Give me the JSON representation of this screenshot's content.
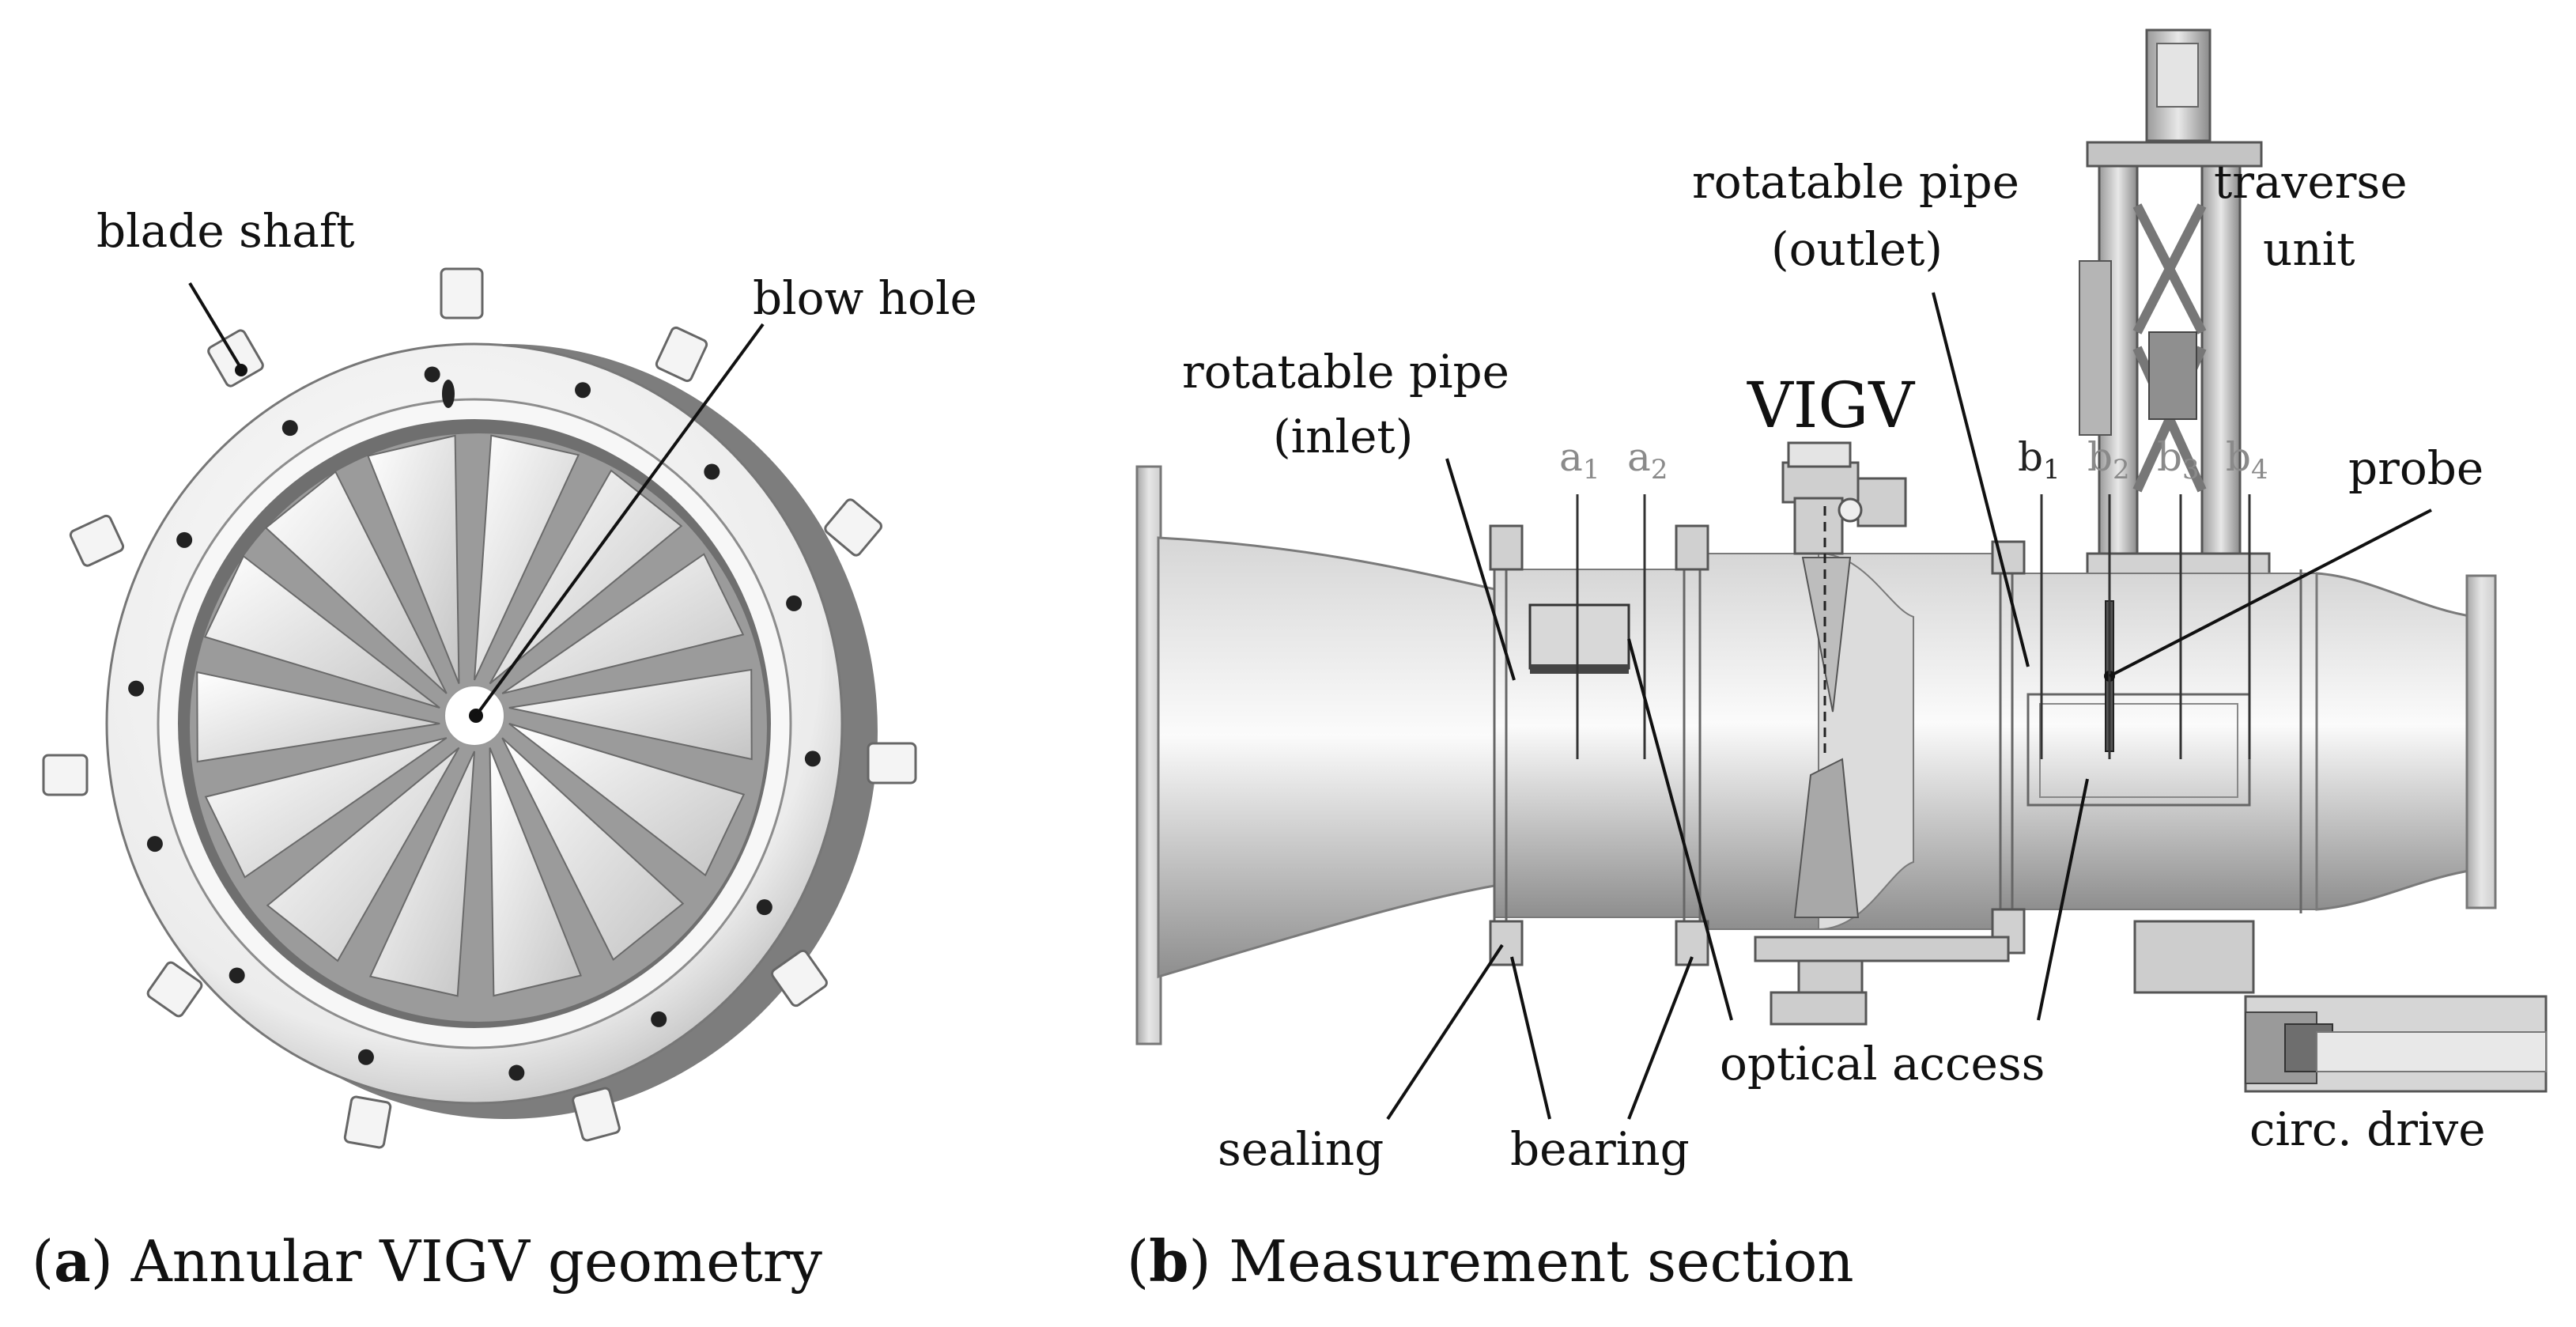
{
  "panel_a": {
    "labels": {
      "blade_shaft": "blade shaft",
      "blow_hole": "blow hole"
    },
    "caption": {
      "letter": "a",
      "text": " Annular VIGV geometry"
    }
  },
  "panel_b": {
    "labels": {
      "rotatable_pipe_inlet_1": "rotatable pipe",
      "rotatable_pipe_inlet_2": "(inlet)",
      "rotatable_pipe_outlet_1": "rotatable pipe",
      "rotatable_pipe_outlet_2": "(outlet)",
      "traverse_unit_1": "traverse",
      "traverse_unit_2": "unit",
      "vigv": "VIGV",
      "probe": "probe",
      "optical_access": "optical access",
      "sealing": "sealing",
      "bearing": "bearing",
      "circ_drive": "circ. drive"
    },
    "measurement_planes": [
      {
        "base": "a",
        "sub": "1"
      },
      {
        "base": "a",
        "sub": "2"
      },
      {
        "base": "b",
        "sub": "1"
      },
      {
        "base": "b",
        "sub": "2"
      },
      {
        "base": "b",
        "sub": "3"
      },
      {
        "base": "b",
        "sub": "4"
      }
    ],
    "caption": {
      "letter": "b",
      "text": " Measurement section"
    }
  },
  "colors": {
    "metal_light": "#f2f2f2",
    "metal_mid": "#c8c8c8",
    "metal_dark": "#8c8c8c",
    "ink": "#111111"
  }
}
